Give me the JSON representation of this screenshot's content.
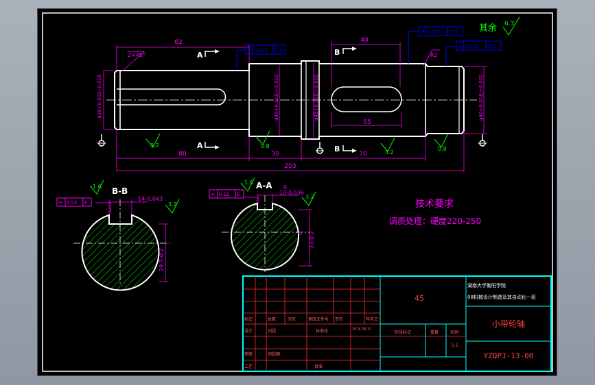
{
  "colors": {
    "background": "#000000",
    "outline": "#ffffff",
    "dimension": "#ff00ff",
    "centerline": "#ffffff",
    "hatch": "#00ff00",
    "title_block": "#00ffff",
    "title_text": "#ff4040",
    "tolerance": "#0000ff",
    "roughness": "#00ff00",
    "note": "#ff00ff",
    "section_label": "#ffffff"
  },
  "roughness_default": {
    "label": "其余",
    "value": "6.3"
  },
  "main_view": {
    "dims": {
      "top_62": "62",
      "chamfer": "2×45°",
      "top_40": "40",
      "radius": "R2",
      "dia_left": "φ38+0.002/-0.018",
      "dia_mid": "φ40+0.018/+0.002",
      "dia_collar": "φ45+0.018/+0.002",
      "dia_right": "φ40+0.018/+0.002",
      "keyway_55": "55",
      "bot_80": "80",
      "bot_30": "30",
      "bot_70": "70",
      "overall": "203"
    },
    "roughness": {
      "r1": "3.2",
      "r2": "0.8",
      "r3": "3.2",
      "r4": "0.8"
    },
    "tolerances": {
      "t1": {
        "symbol": "↗",
        "value": "0.015",
        "datum": "C-D"
      },
      "t2": {
        "symbol": "↗",
        "value": "0.015",
        "datum": "C-D"
      },
      "t3": {
        "symbol": "↗",
        "value": "0.015",
        "datum": "C-D"
      }
    },
    "section_marks": {
      "a": "A",
      "b": "B"
    }
  },
  "section_bb": {
    "label": "B-B",
    "roughness_top": "1.6",
    "roughness_side": "3.2",
    "width_dim": "14-0.043",
    "depth_dim": "29.5-0.2",
    "symmetry": {
      "symbol": "⌯",
      "value": "0.02",
      "datum": "F"
    }
  },
  "section_aa": {
    "label": "A-A",
    "roughness_top": "1.6",
    "roughness_side": "3.2",
    "width_dim": "10-0.036",
    "width_zero": "0",
    "depth_dim": "33-0.2",
    "depth_zero": "0",
    "symmetry": {
      "symbol": "⌯",
      "value": "0.02",
      "datum": "E"
    }
  },
  "tech_requirements": {
    "title": "技术要求",
    "line1": "调质处理：硬度220-250"
  },
  "title_block": {
    "material": "45",
    "school_line1": "湖南大学衡阳学院",
    "school_line2": "08机械设计制造及其自动化一班",
    "part_name": "小带轮轴",
    "drawing_no": "YZQPJ-13-00",
    "labels": {
      "mark": "标记",
      "count": "处数",
      "zone": "分区",
      "change_doc": "更改文件号",
      "sign": "签名",
      "date": "年月日",
      "design": "设计",
      "designer": "刘超",
      "standardize": "标准化",
      "design_date": "2016.05.31",
      "stage_mark": "阶段标记",
      "weight": "重量",
      "scale": "比例",
      "scale_value": "1:1",
      "review": "审核",
      "reviewer": "刘超明",
      "process": "工艺",
      "approve": "批准"
    }
  }
}
